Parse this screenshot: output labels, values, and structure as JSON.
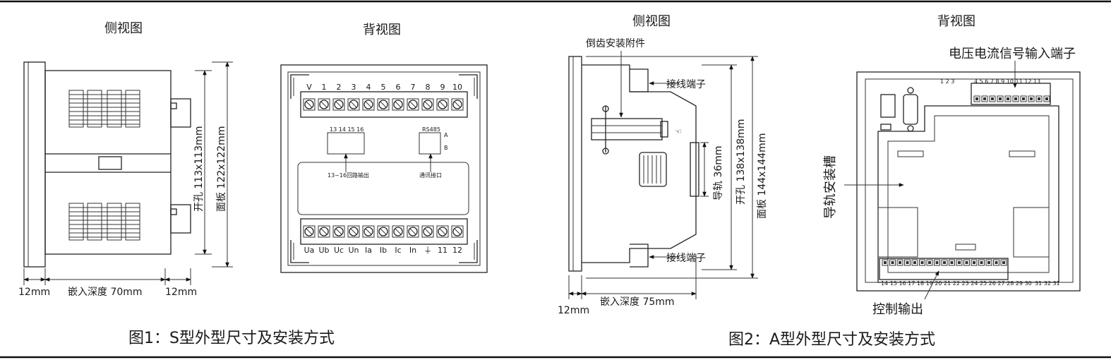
{
  "figure1": {
    "side_view_title": "侧视图",
    "back_view_title": "背视图",
    "cutout_dim": "开孔 113x113mm",
    "panel_dim": "面板 122x122mm",
    "dim_left": "12mm",
    "embed_depth": "嵌入深度 70mm",
    "dim_right": "12mm",
    "top_terminals": [
      "V",
      "1",
      "2",
      "3",
      "4",
      "5",
      "6",
      "7",
      "8",
      "9",
      "10"
    ],
    "bottom_terminals": [
      "Ua",
      "Ub",
      "Uc",
      "Un",
      "Ia",
      "Ib",
      "Ic",
      "In",
      "⏚",
      "11",
      "12"
    ],
    "block1_pins": "13 14 15 16",
    "block2_title": "RS485",
    "block2_a": "A",
    "block2_b": "B",
    "block1_label": "13~16回路输出",
    "block2_label": "通讯接口",
    "caption": "图1：S型外型尺寸及安装方式"
  },
  "figure2": {
    "side_view_title": "侧视图",
    "back_view_title": "背视图",
    "bracket_label": "倒齿安装附件",
    "terminal_top_label": "接线端子",
    "terminal_bottom_label": "接线端子",
    "rail_dim": "导轨 36mm",
    "cutout_dim": "开孔 138x138mm",
    "panel_dim": "面板 144x144mm",
    "dim_left": "12mm",
    "embed_depth": "嵌入深度 75mm",
    "voltage_label": "电压电流信号输入端子",
    "rail_slot_label": "导轨安装槽",
    "control_label": "控制输出",
    "top_pins_left": "1  2  3",
    "top_pins_right": "4  5  6  7  8  9  10  11  12  13",
    "bottom_pins": "14 15 16 17 18 19 20 21 22 23 24 25 26 27 28 29 30",
    "bottom_pins_right": "31  32  31",
    "caption": "图2：A型外型尺寸及安装方式"
  }
}
